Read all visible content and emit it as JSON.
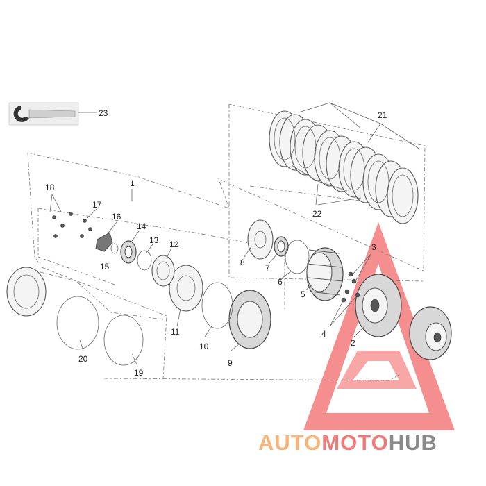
{
  "callouts": {
    "c1": "1",
    "c2": "2",
    "c3": "3",
    "c4": "4",
    "c5": "5",
    "c6": "6",
    "c7": "7",
    "c8": "8",
    "c9": "9",
    "c10": "10",
    "c11": "11",
    "c12": "12",
    "c13": "13",
    "c14": "14",
    "c15": "15",
    "c16": "16",
    "c17": "17",
    "c18": "18",
    "c19": "19",
    "c20": "20",
    "c21": "21",
    "c22": "22",
    "c23": "23"
  },
  "watermark": {
    "auto": "AUTO",
    "moto": "MOTO",
    "hub": "HUB",
    "colors": {
      "auto": "#f5b47a",
      "moto": "#f07a78",
      "hub": "#8a8a8a",
      "triangle": "#f26a6a"
    }
  }
}
